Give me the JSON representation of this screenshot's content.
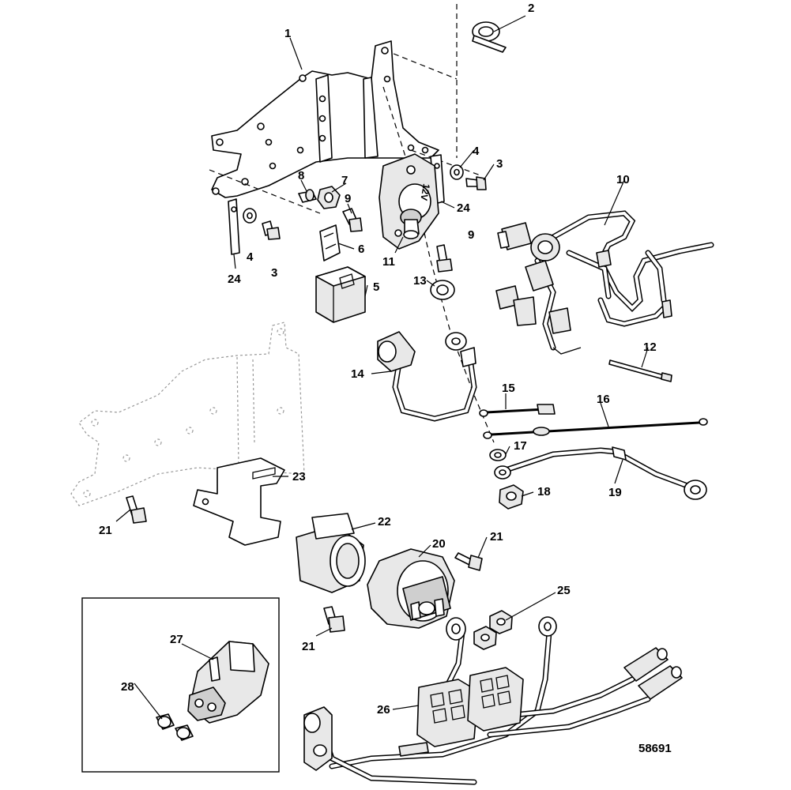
{
  "diagram": {
    "drawing_number": "58691",
    "callouts": [
      "1",
      "2",
      "3",
      "4",
      "5",
      "6",
      "7",
      "8",
      "9",
      "10",
      "11",
      "12",
      "13",
      "14",
      "15",
      "16",
      "17",
      "18",
      "19",
      "20",
      "21",
      "22",
      "23",
      "24",
      "25",
      "26",
      "27",
      "28"
    ],
    "decal_text": "12V"
  }
}
